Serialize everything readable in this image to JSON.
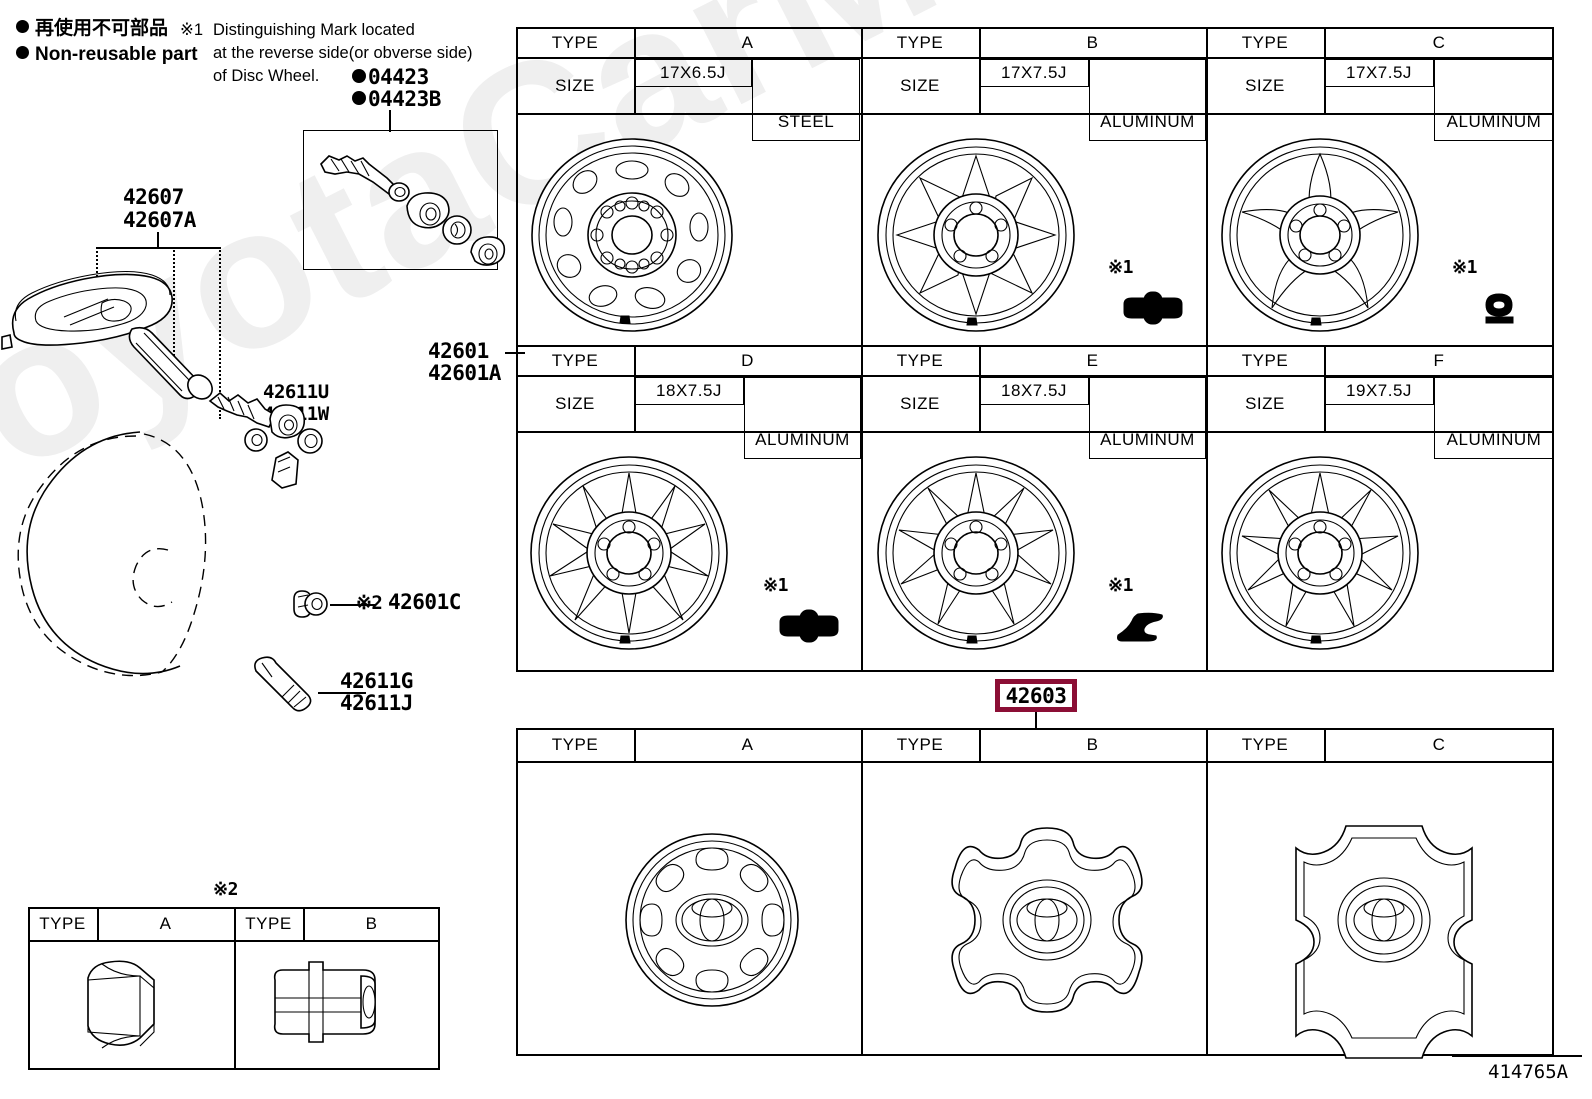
{
  "legend": {
    "line_jp": "再使用不可部品",
    "line_en": "Non-reusable part",
    "note_mark": "※1",
    "note_l1": "Distinguishing Mark located",
    "note_l2": "at the reverse side(or obverse side)",
    "note_l3": "of Disc Wheel."
  },
  "valve_kit": {
    "part_1": "04423",
    "part_2": "04423B"
  },
  "left_parts": {
    "sensor_1": "42607",
    "sensor_2": "42607A",
    "nut_1": "42611U",
    "nut_2": "42611W",
    "balance_mark": "※2",
    "balance_part": "42601C",
    "valve_1": "42611G",
    "valve_2": "42611J"
  },
  "wheel_section": {
    "callout_1": "42601",
    "callout_2": "42601A",
    "type_label": "TYPE",
    "size_label": "SIZE",
    "types": [
      {
        "type": "A",
        "size": "17X6.5J",
        "material": "STEEL",
        "mark": "",
        "mark_icon": ""
      },
      {
        "type": "B",
        "size": "17X7.5J",
        "material": "ALUMINUM",
        "mark": "※1",
        "mark_icon": "spool-mark-icon"
      },
      {
        "type": "C",
        "size": "17X7.5J",
        "material": "ALUMINUM",
        "mark": "※1",
        "mark_icon": "q-bar-mark-icon"
      },
      {
        "type": "D",
        "size": "18X7.5J",
        "material": "ALUMINUM",
        "mark": "※1",
        "mark_icon": "spool-mark-icon"
      },
      {
        "type": "E",
        "size": "18X7.5J",
        "material": "ALUMINUM",
        "mark": "※1",
        "mark_icon": "hook-mark-icon"
      },
      {
        "type": "F",
        "size": "19X7.5J",
        "material": "ALUMINUM",
        "mark": "",
        "mark_icon": ""
      }
    ]
  },
  "center_cap_section": {
    "callout": "42603",
    "type_label": "TYPE",
    "types": [
      {
        "type": "A"
      },
      {
        "type": "B"
      },
      {
        "type": "C"
      }
    ]
  },
  "nut_section": {
    "mark": "※2",
    "type_label": "TYPE",
    "types": [
      {
        "type": "A"
      },
      {
        "type": "B"
      }
    ]
  },
  "drawing_no": "414765A",
  "colors": {
    "highlight": "#8B0E35",
    "ink": "#000000",
    "watermark": "#efefef"
  },
  "watermark_text": "ToyotaCarMine.ru"
}
